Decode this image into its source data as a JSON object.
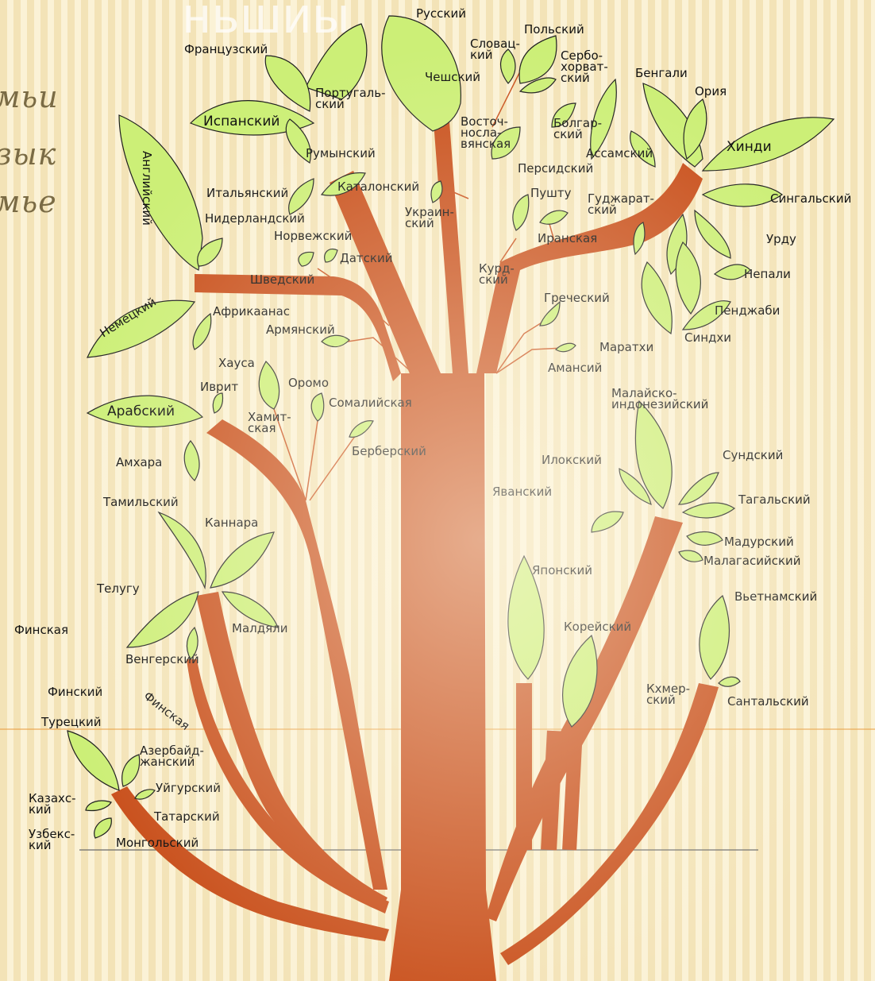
{
  "slide": {
    "title_fragment": "ньшиы",
    "left_text": [
      "мьи",
      "зык",
      "мье"
    ]
  },
  "labels": {
    "russian": "Русский",
    "polish": "Польский",
    "french": "Французский",
    "slovak": "Словац-\nкий",
    "czech": "Чешский",
    "serbo": "Сербо-\nхорват-\nский",
    "bengali": "Бенгали",
    "oriya": "Ория",
    "portuguese": "Португаль-\nский",
    "spanish": "Испанский",
    "east_slavic": "Восточ-\nносла-\nвянская",
    "bulgarian": "Болгар-\nский",
    "hindi": "Хинди",
    "romanian": "Румынский",
    "assamese": "Ассамский",
    "english": "Английский",
    "persian": "Персидский",
    "italian": "Итальянский",
    "catalan": "Каталонский",
    "pashto": "Пушту",
    "gujarati": "Гуджарат-\nский",
    "sinhala": "Сингальский",
    "dutch": "Нидерландский",
    "ukrainian": "Украин-\nский",
    "norwegian": "Норвежский",
    "iranian": "Иранская",
    "urdu": "Урду",
    "danish": "Датский",
    "kurdish": "Курд-\nский",
    "nepali": "Непали",
    "swedish": "Шведский",
    "greek": "Греческий",
    "punjabi": "Пенджаби",
    "german": "Немецкий",
    "afrikaans": "Африкаанас",
    "armenian": "Армянский",
    "marathi": "Маратхи",
    "sindhi": "Синдхи",
    "amansi": "Амансий",
    "hausa": "Хауса",
    "hebrew": "Иврит",
    "oromo": "Оромо",
    "somali": "Сомалийская",
    "malay": "Малайско-\nиндонезийский",
    "arabic": "Арабский",
    "hamitic": "Хамит-\nская",
    "berber": "Берберский",
    "ilocano": "Илокский",
    "sundanese": "Сундский",
    "amharic": "Амхара",
    "javanese": "Яванский",
    "tamil": "Тамильский",
    "tagalog": "Тагальский",
    "kannada": "Каннара",
    "madurese": "Мадурский",
    "malagasy": "Малагасийский",
    "japanese": "Японский",
    "telugu": "Телугу",
    "vietnamese": "Вьетнамский",
    "finnic": "Финская",
    "malayalam": "Малдяли",
    "korean": "Корейский",
    "hungarian": "Венгерский",
    "khmer": "Кхмер-\nский",
    "finnish": "Финский",
    "finnish_branch": "Финская",
    "santali": "Сантальский",
    "turkish": "Турецкий",
    "azerbaijani": "Азербайд-\nжанский",
    "uighur": "Уйгурский",
    "kazakh": "Казахс-\nкий",
    "tatar": "Татарский",
    "uzbek": "Узбекс-\nкий",
    "mongolian": "Монгольский"
  }
}
